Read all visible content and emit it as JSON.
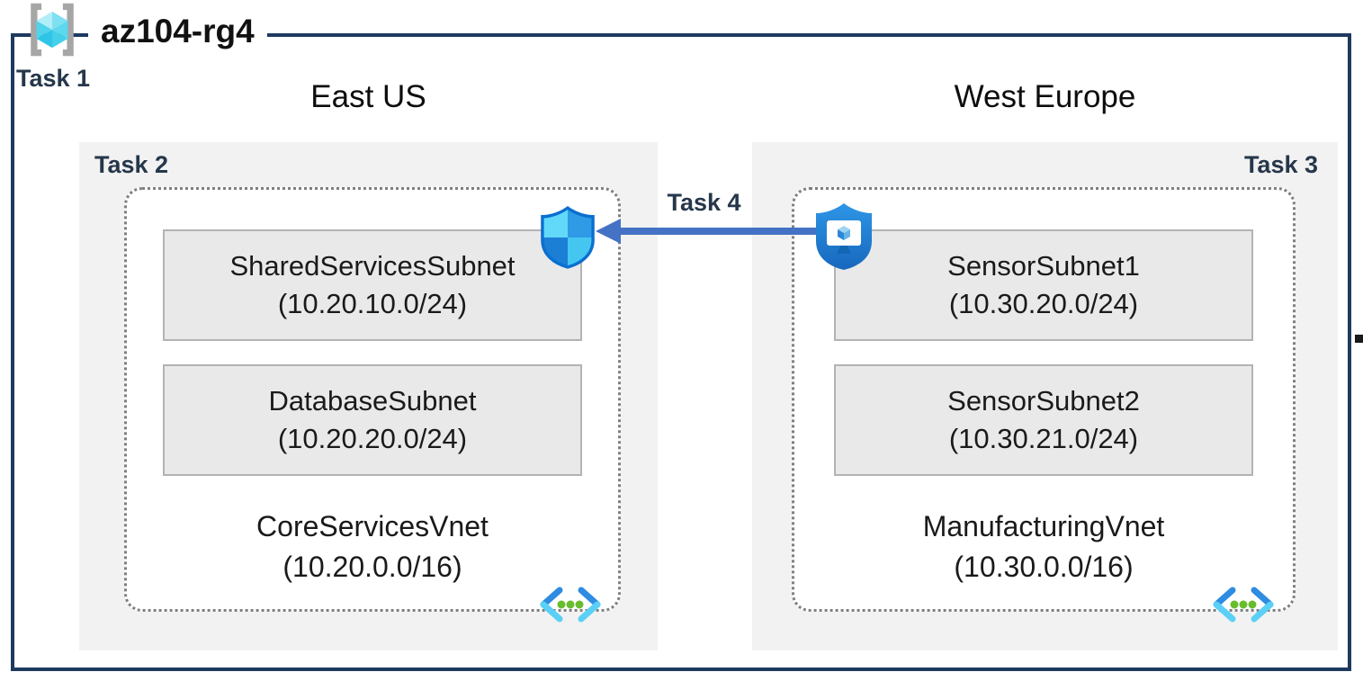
{
  "resource_group": {
    "name": "az104-rg4",
    "task_label": "Task 1",
    "icon": "resource-group-icon"
  },
  "regions": [
    {
      "name": "East US",
      "task_label": "Task 2",
      "badge_icon": "network-security-group-shield-icon",
      "vnet": {
        "name": "CoreServicesVnet",
        "cidr": "(10.20.0.0/16)",
        "icon": "virtual-network-icon",
        "subnets": [
          {
            "name": "SharedServicesSubnet",
            "cidr": "(10.20.10.0/24)"
          },
          {
            "name": "DatabaseSubnet",
            "cidr": "(10.20.20.0/24)"
          }
        ]
      }
    },
    {
      "name": "West Europe",
      "task_label": "Task 3",
      "badge_icon": "bastion-shield-icon",
      "vnet": {
        "name": "ManufacturingVnet",
        "cidr": "(10.30.0.0/16)",
        "icon": "virtual-network-icon",
        "subnets": [
          {
            "name": "SensorSubnet1",
            "cidr": "(10.30.20.0/24)"
          },
          {
            "name": "SensorSubnet2",
            "cidr": "(10.30.21.0/24)"
          }
        ]
      }
    }
  ],
  "peering": {
    "task_label": "Task 4",
    "arrow_direction": "right-to-left",
    "arrow_color": "#4472c4"
  },
  "colors": {
    "outer_border": "#1e3a5f",
    "task_text": "#26374b",
    "panel_background": "#f2f2f2",
    "subnet_fill": "#e9e9e9",
    "subnet_border": "#b3b3b3",
    "vnet_dotted_border": "#7f7f7f"
  }
}
